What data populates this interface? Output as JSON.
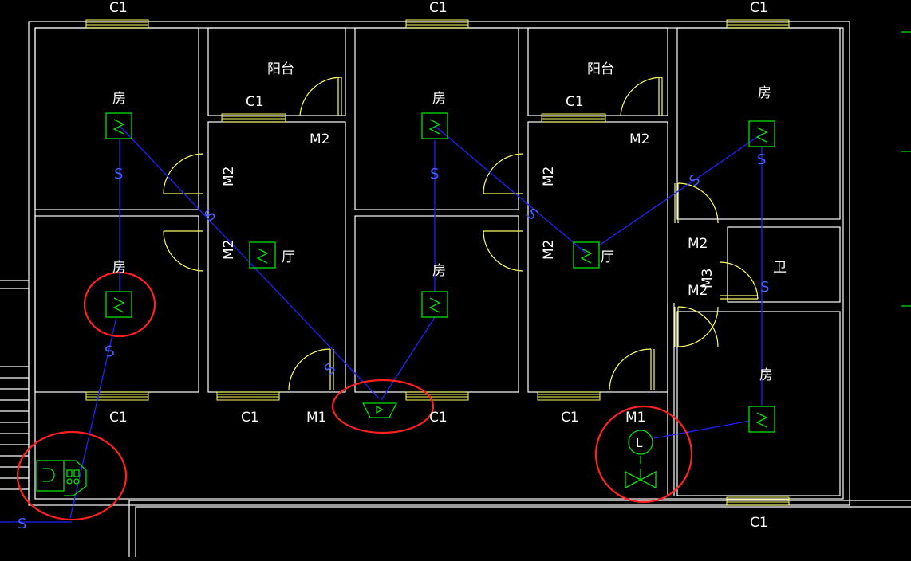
{
  "colors": {
    "background": "#000000",
    "walls": "#ffffff",
    "doors_windows": "#ffff66",
    "wiring": "#2020ff",
    "devices": "#00e000",
    "markup": "#ff2020"
  },
  "labels": {
    "window": "C1",
    "door_m1": "M1",
    "door_m2": "M2",
    "balcony": "阳台",
    "bedroom": "房",
    "living": "厅",
    "bath": "卫",
    "wire_s": "S",
    "bath_door_extra": "M3",
    "meter_letter": "L"
  },
  "icons": {
    "detector": "smoke-detector-icon",
    "controller": "gas-alarm-controller-icon",
    "horn": "alarm-horn-icon",
    "lamp": "indicator-lamp-icon",
    "valve": "solenoid-valve-icon"
  }
}
